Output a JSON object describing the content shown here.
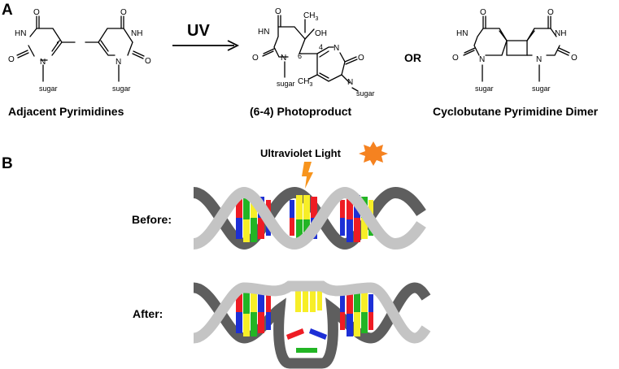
{
  "panel_a": {
    "label": "A",
    "dot": "·",
    "arrow_label": "UV",
    "or_label": "OR",
    "captions": {
      "adjacent": "Adjacent Pyrimidines",
      "photoproduct": "(6-4) Photoproduct",
      "dimer": "Cyclobutane Pyrimidine Dimer"
    },
    "atoms": {
      "o": "O",
      "hn": "HN",
      "nh": "NH",
      "n": "N",
      "sugar": "sugar",
      "ch3": "CH",
      "three": "3",
      "oh": "OH",
      "six": "6",
      "four": "4"
    }
  },
  "panel_b": {
    "label": "B",
    "uv_label": "Ultraviolet Light",
    "before_label": "Before:",
    "after_label": "After:"
  },
  "colors": {
    "backbone_light": "#c4c4c4",
    "backbone_dark": "#5e5e5e",
    "base_red": "#ee1c24",
    "base_blue": "#1d2fd6",
    "base_yellow": "#f7ee27",
    "base_green": "#22b524",
    "sun": "#f58220",
    "bolt": "#f7941d"
  }
}
